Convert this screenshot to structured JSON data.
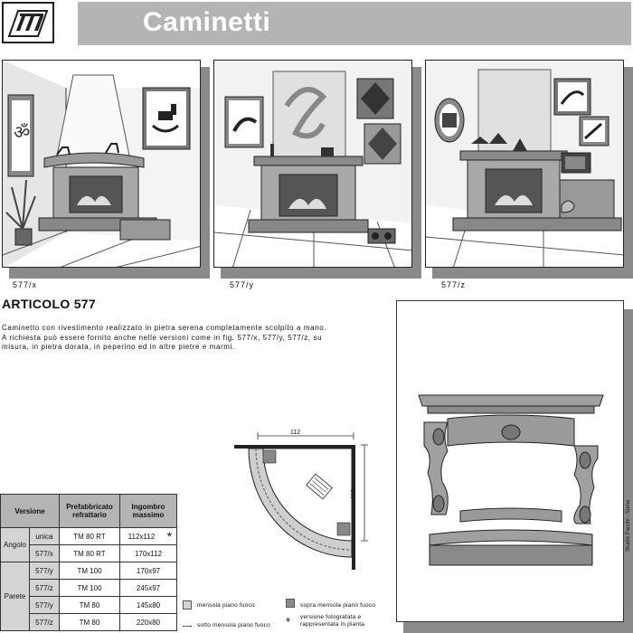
{
  "header": {
    "title": "Caminetti"
  },
  "photos": [
    {
      "caption": "577/x"
    },
    {
      "caption": "577/y"
    },
    {
      "caption": "577/z"
    }
  ],
  "article": {
    "title": "ARTICOLO 577",
    "description_lines": [
      "Caminetto con rivestimento realizzato in pietra serena completamente scolpito a mano.",
      "A richiesta può essere fornito anche nelle versioni come in fig. 577/x, 577/y, 577/z, su",
      "misura, in pietra dorata, in peperino ed in altre pietre e marmi."
    ]
  },
  "spec_table": {
    "headers": {
      "version": "Versione",
      "insert": "Prefabbricato refrattario",
      "size": "Ingombro massimo"
    },
    "groups": [
      {
        "label": "Angolo",
        "rows": [
          {
            "version": "unica",
            "insert": "TM 80 RT",
            "size": "112x112",
            "note": "*"
          },
          {
            "version": "577/x",
            "insert": "TM 80 RT",
            "size": "170x112",
            "note": ""
          }
        ]
      },
      {
        "label": "Parete",
        "rows": [
          {
            "version": "577/y",
            "insert": "TM 100",
            "size": "170x97",
            "note": ""
          },
          {
            "version": "577/z",
            "insert": "TM 100",
            "size": "245x97",
            "note": ""
          },
          {
            "version": "577/y",
            "insert": "TM 80",
            "size": "145x80",
            "note": ""
          },
          {
            "version": "577/z",
            "insert": "TM 80",
            "size": "220x80",
            "note": ""
          }
        ]
      }
    ]
  },
  "plan": {
    "dim_top": "112",
    "dim_side": "112"
  },
  "legend": {
    "mensola": "mensola piano fuoco",
    "sopra": "sopra mensola piano fuoco",
    "sotto": "sotto mensola piano fuoco",
    "star_symbol": "*",
    "star_line1": "versione fotografata e",
    "star_line2": "rappresentata in pianta"
  },
  "credit": "Studio Pacchi - Siena",
  "colors": {
    "title_bar": "#b4b4b4",
    "shadow": "#8a8a8a",
    "stone": "#9a9a9a"
  }
}
